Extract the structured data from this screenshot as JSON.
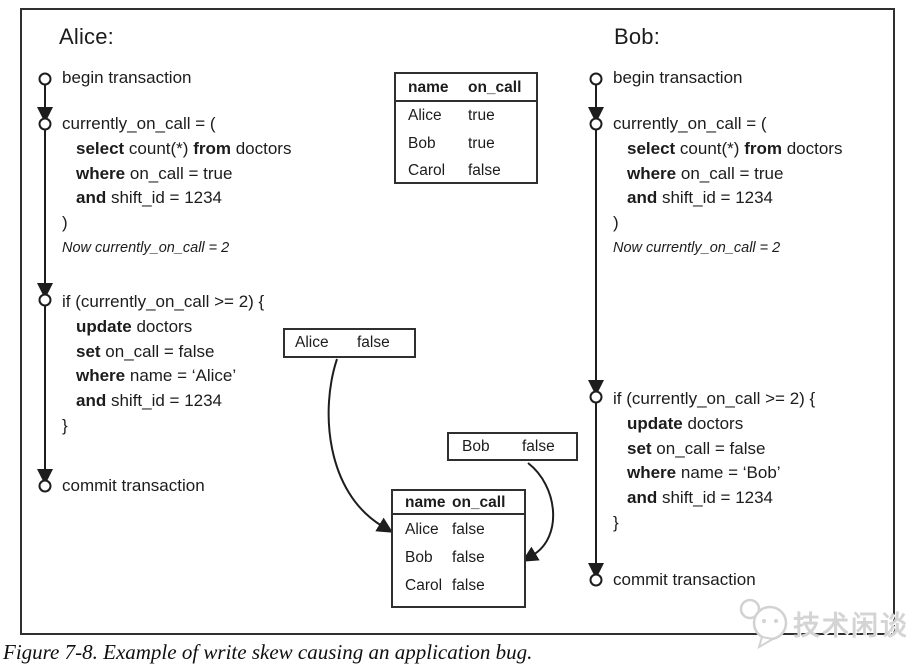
{
  "caption": "Figure 7-8. Example of write skew causing an application bug.",
  "watermark": {
    "text": "技术闲谈"
  },
  "alice": {
    "title": "Alice:",
    "begin": "begin transaction",
    "commit": "commit transaction",
    "note": "Now currently_on_call = 2",
    "query_lines": [
      {
        "s": [
          {
            "t": "currently_on_call = ("
          }
        ]
      },
      {
        "i": 1,
        "s": [
          {
            "t": "select",
            "b": 1
          },
          {
            "t": " count(*) "
          },
          {
            "t": "from",
            "b": 1
          },
          {
            "t": " doctors"
          }
        ]
      },
      {
        "i": 1,
        "s": [
          {
            "t": "where",
            "b": 1
          },
          {
            "t": " on_call = true"
          }
        ]
      },
      {
        "i": 1,
        "s": [
          {
            "t": "and",
            "b": 1
          },
          {
            "t": " shift_id = 1234"
          }
        ]
      },
      {
        "s": [
          {
            "t": ")"
          }
        ]
      }
    ],
    "update_lines": [
      {
        "s": [
          {
            "t": "if (currently_on_call >= 2) {"
          }
        ]
      },
      {
        "i": 1,
        "s": [
          {
            "t": "update",
            "b": 1
          },
          {
            "t": " doctors"
          }
        ]
      },
      {
        "i": 1,
        "s": [
          {
            "t": "set",
            "b": 1
          },
          {
            "t": " on_call = false"
          }
        ]
      },
      {
        "i": 1,
        "s": [
          {
            "t": "where",
            "b": 1
          },
          {
            "t": " name = ‘Alice’"
          }
        ]
      },
      {
        "i": 1,
        "s": [
          {
            "t": "and",
            "b": 1
          },
          {
            "t": " shift_id = 1234"
          }
        ]
      },
      {
        "s": [
          {
            "t": "}"
          }
        ]
      }
    ]
  },
  "bob": {
    "title": "Bob:",
    "begin": "begin transaction",
    "commit": "commit transaction",
    "note": "Now currently_on_call = 2",
    "query_lines": [
      {
        "s": [
          {
            "t": "currently_on_call = ("
          }
        ]
      },
      {
        "i": 1,
        "s": [
          {
            "t": "select",
            "b": 1
          },
          {
            "t": " count(*) "
          },
          {
            "t": "from",
            "b": 1
          },
          {
            "t": " doctors"
          }
        ]
      },
      {
        "i": 1,
        "s": [
          {
            "t": "where",
            "b": 1
          },
          {
            "t": " on_call = true"
          }
        ]
      },
      {
        "i": 1,
        "s": [
          {
            "t": "and",
            "b": 1
          },
          {
            "t": " shift_id = 1234"
          }
        ]
      },
      {
        "s": [
          {
            "t": ")"
          }
        ]
      }
    ],
    "update_lines": [
      {
        "s": [
          {
            "t": "if (currently_on_call >= 2) {"
          }
        ]
      },
      {
        "i": 1,
        "s": [
          {
            "t": "update",
            "b": 1
          },
          {
            "t": " doctors"
          }
        ]
      },
      {
        "i": 1,
        "s": [
          {
            "t": "set",
            "b": 1
          },
          {
            "t": " on_call = false"
          }
        ]
      },
      {
        "i": 1,
        "s": [
          {
            "t": "where",
            "b": 1
          },
          {
            "t": " name = ‘Bob’"
          }
        ]
      },
      {
        "i": 1,
        "s": [
          {
            "t": "and",
            "b": 1
          },
          {
            "t": " shift_id = 1234"
          }
        ]
      },
      {
        "s": [
          {
            "t": "}"
          }
        ]
      }
    ]
  },
  "tables": {
    "initial": {
      "headers": [
        "name",
        "on_call"
      ],
      "rows": [
        [
          "Alice",
          "true"
        ],
        [
          "Bob",
          "true"
        ],
        [
          "Carol",
          "false"
        ]
      ]
    },
    "final": {
      "headers": [
        "name",
        "on_call"
      ],
      "rows": [
        [
          "Alice",
          "false"
        ],
        [
          "Bob",
          "false"
        ],
        [
          "Carol",
          "false"
        ]
      ]
    }
  },
  "write_boxes": {
    "alice": {
      "name": "Alice",
      "value": "false"
    },
    "bob": {
      "name": "Bob",
      "value": "false"
    }
  }
}
